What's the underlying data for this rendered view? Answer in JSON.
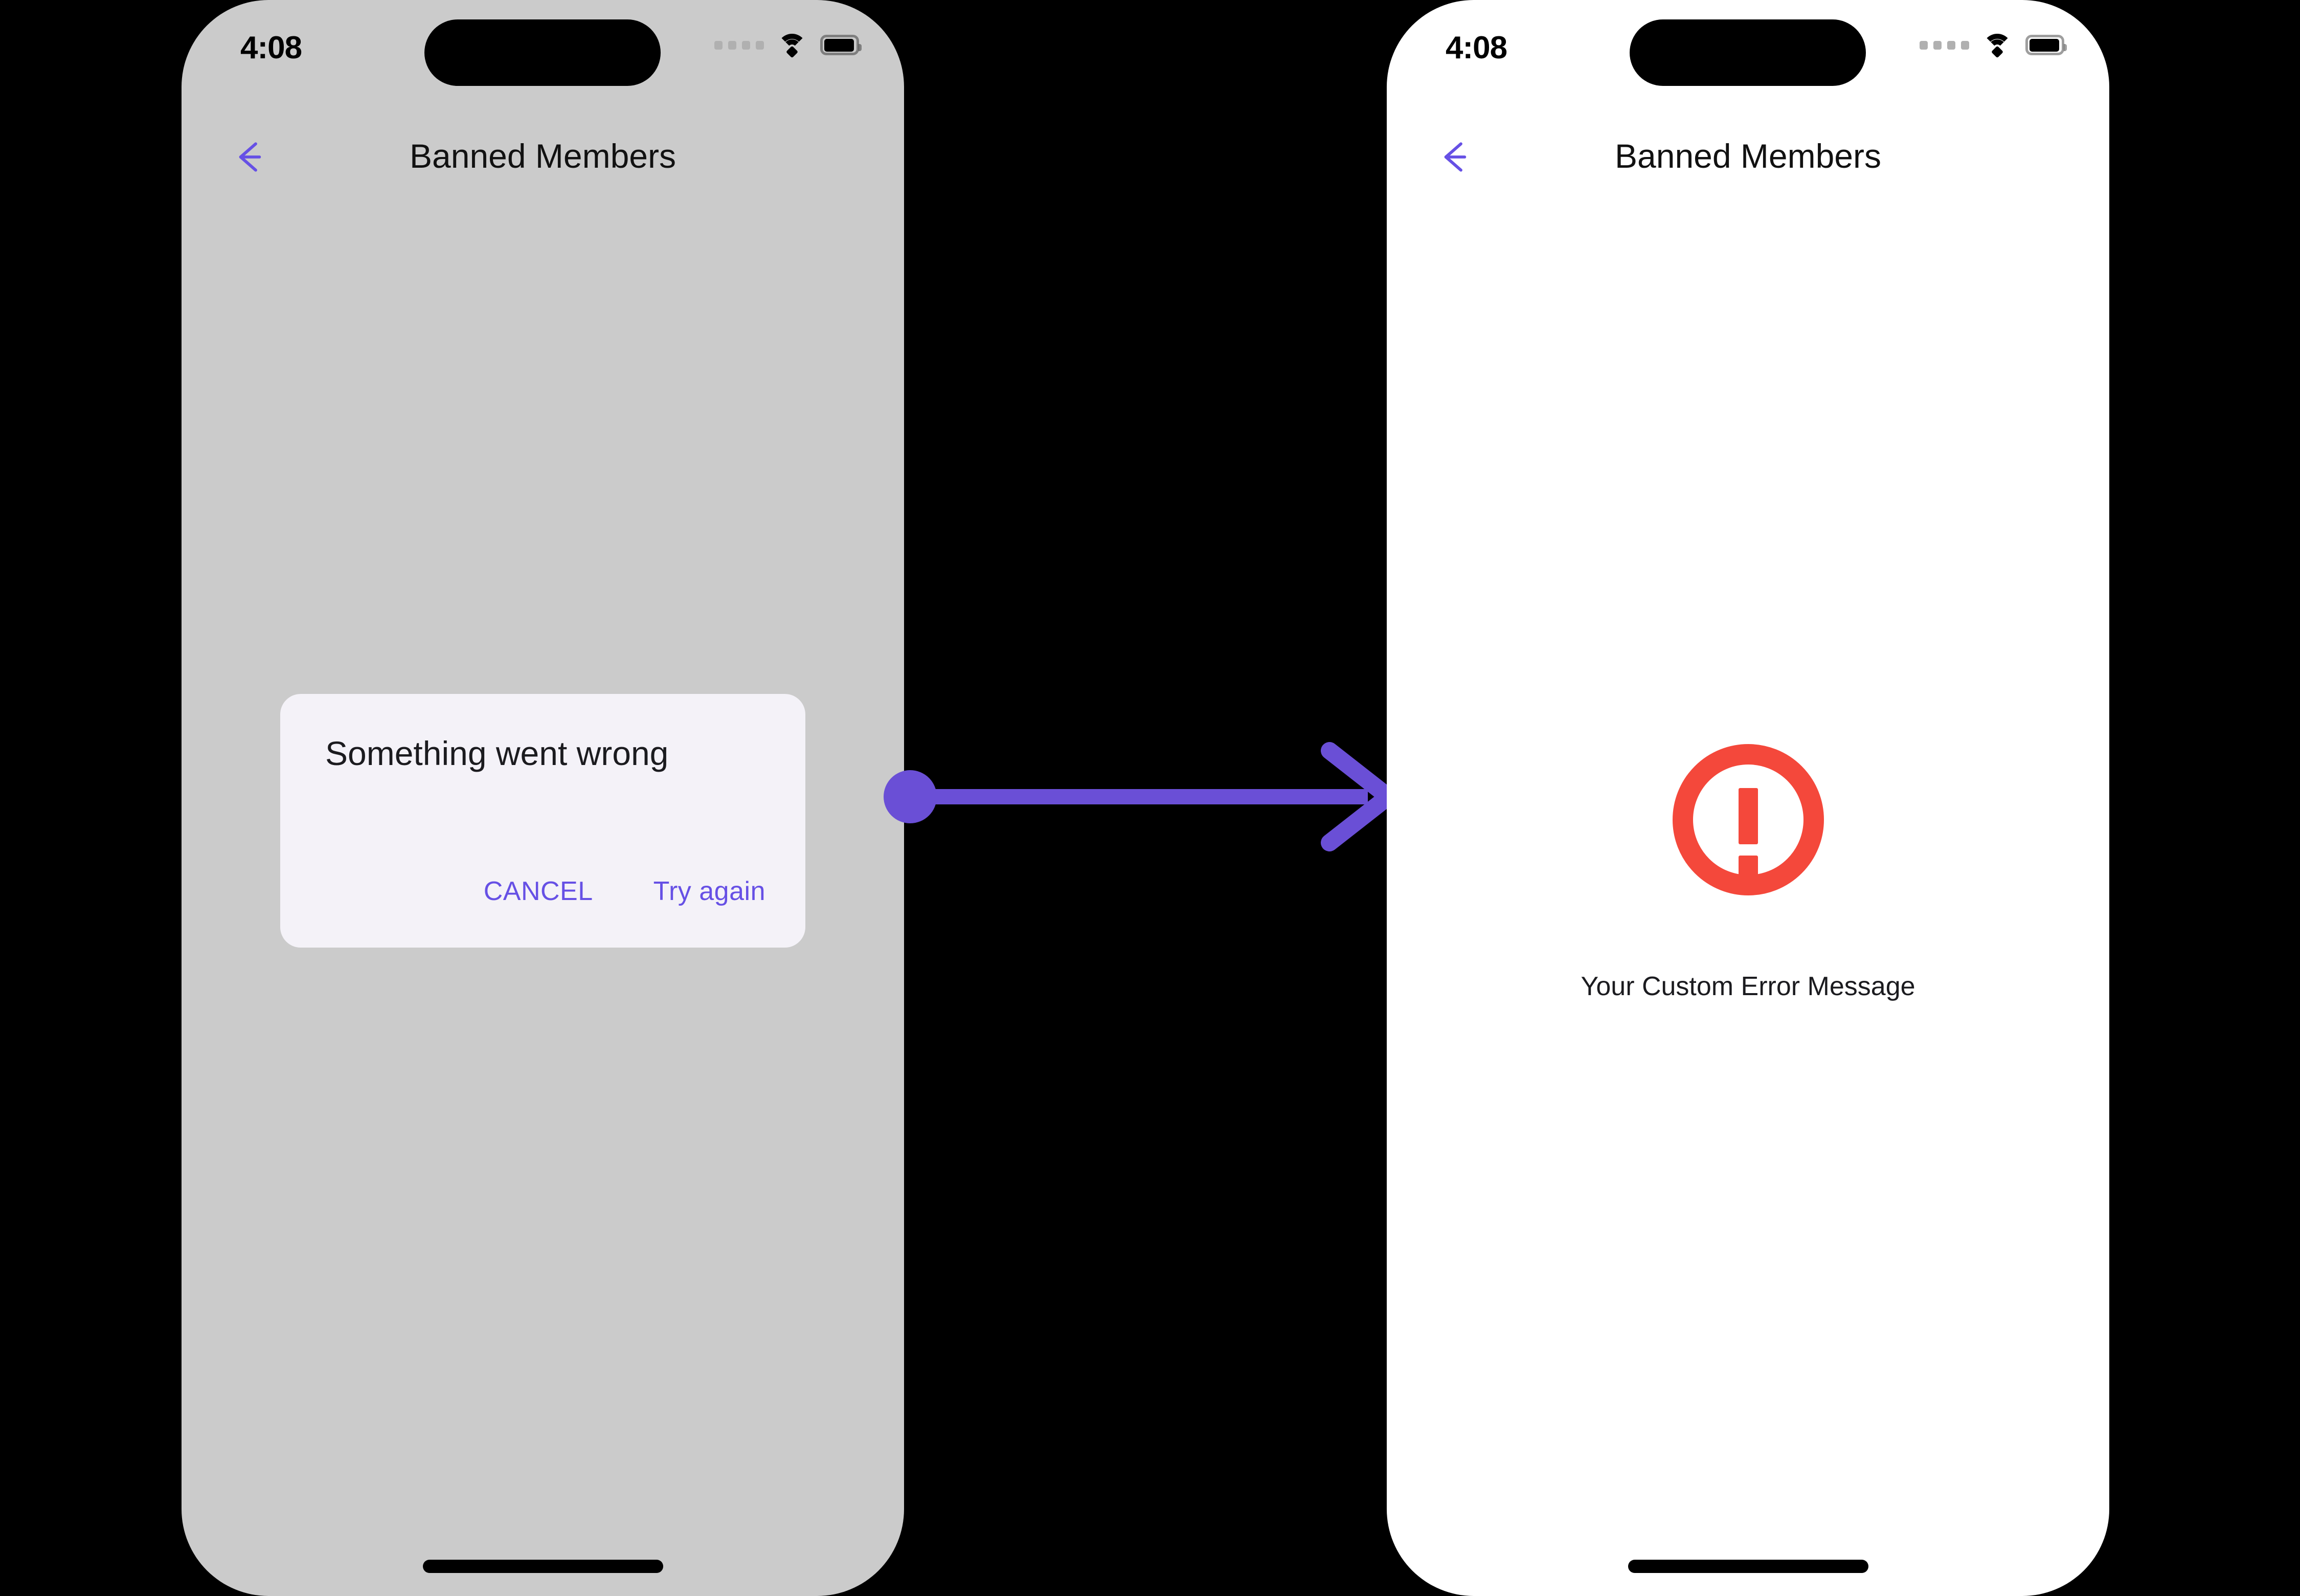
{
  "accent": {
    "purple": "#6650e5",
    "arrow_purple": "#6a4fd6",
    "error_red": "#f4483b",
    "left_screen_bg": "#cbcbcb",
    "right_screen_bg": "#ffffff",
    "dialog_bg": "#f4f2f8",
    "canvas_bg": "#000000"
  },
  "flow": {
    "arrow_name": "transition-arrow",
    "direction": "left-to-right",
    "start_marker": "circle",
    "end_marker": "arrowhead"
  },
  "screens": [
    {
      "id": "before",
      "status_bar": {
        "time": "4:08",
        "signal_icon": "signal-dots-icon",
        "wifi_icon": "wifi-icon",
        "battery_icon": "battery-full-icon"
      },
      "app_bar": {
        "back_icon": "back-arrow-icon",
        "title": "Banned Members"
      },
      "dialog": {
        "title": "Something went wrong",
        "cancel_label": "CANCEL",
        "retry_label": "Try again"
      },
      "home_indicator": "home-indicator"
    },
    {
      "id": "after",
      "status_bar": {
        "time": "4:08",
        "signal_icon": "signal-dots-icon",
        "wifi_icon": "wifi-icon",
        "battery_icon": "battery-full-icon"
      },
      "app_bar": {
        "back_icon": "back-arrow-icon",
        "title": "Banned Members"
      },
      "error_state": {
        "icon": "error-exclamation-circle-icon",
        "message": "Your Custom Error Message"
      },
      "home_indicator": "home-indicator"
    }
  ]
}
